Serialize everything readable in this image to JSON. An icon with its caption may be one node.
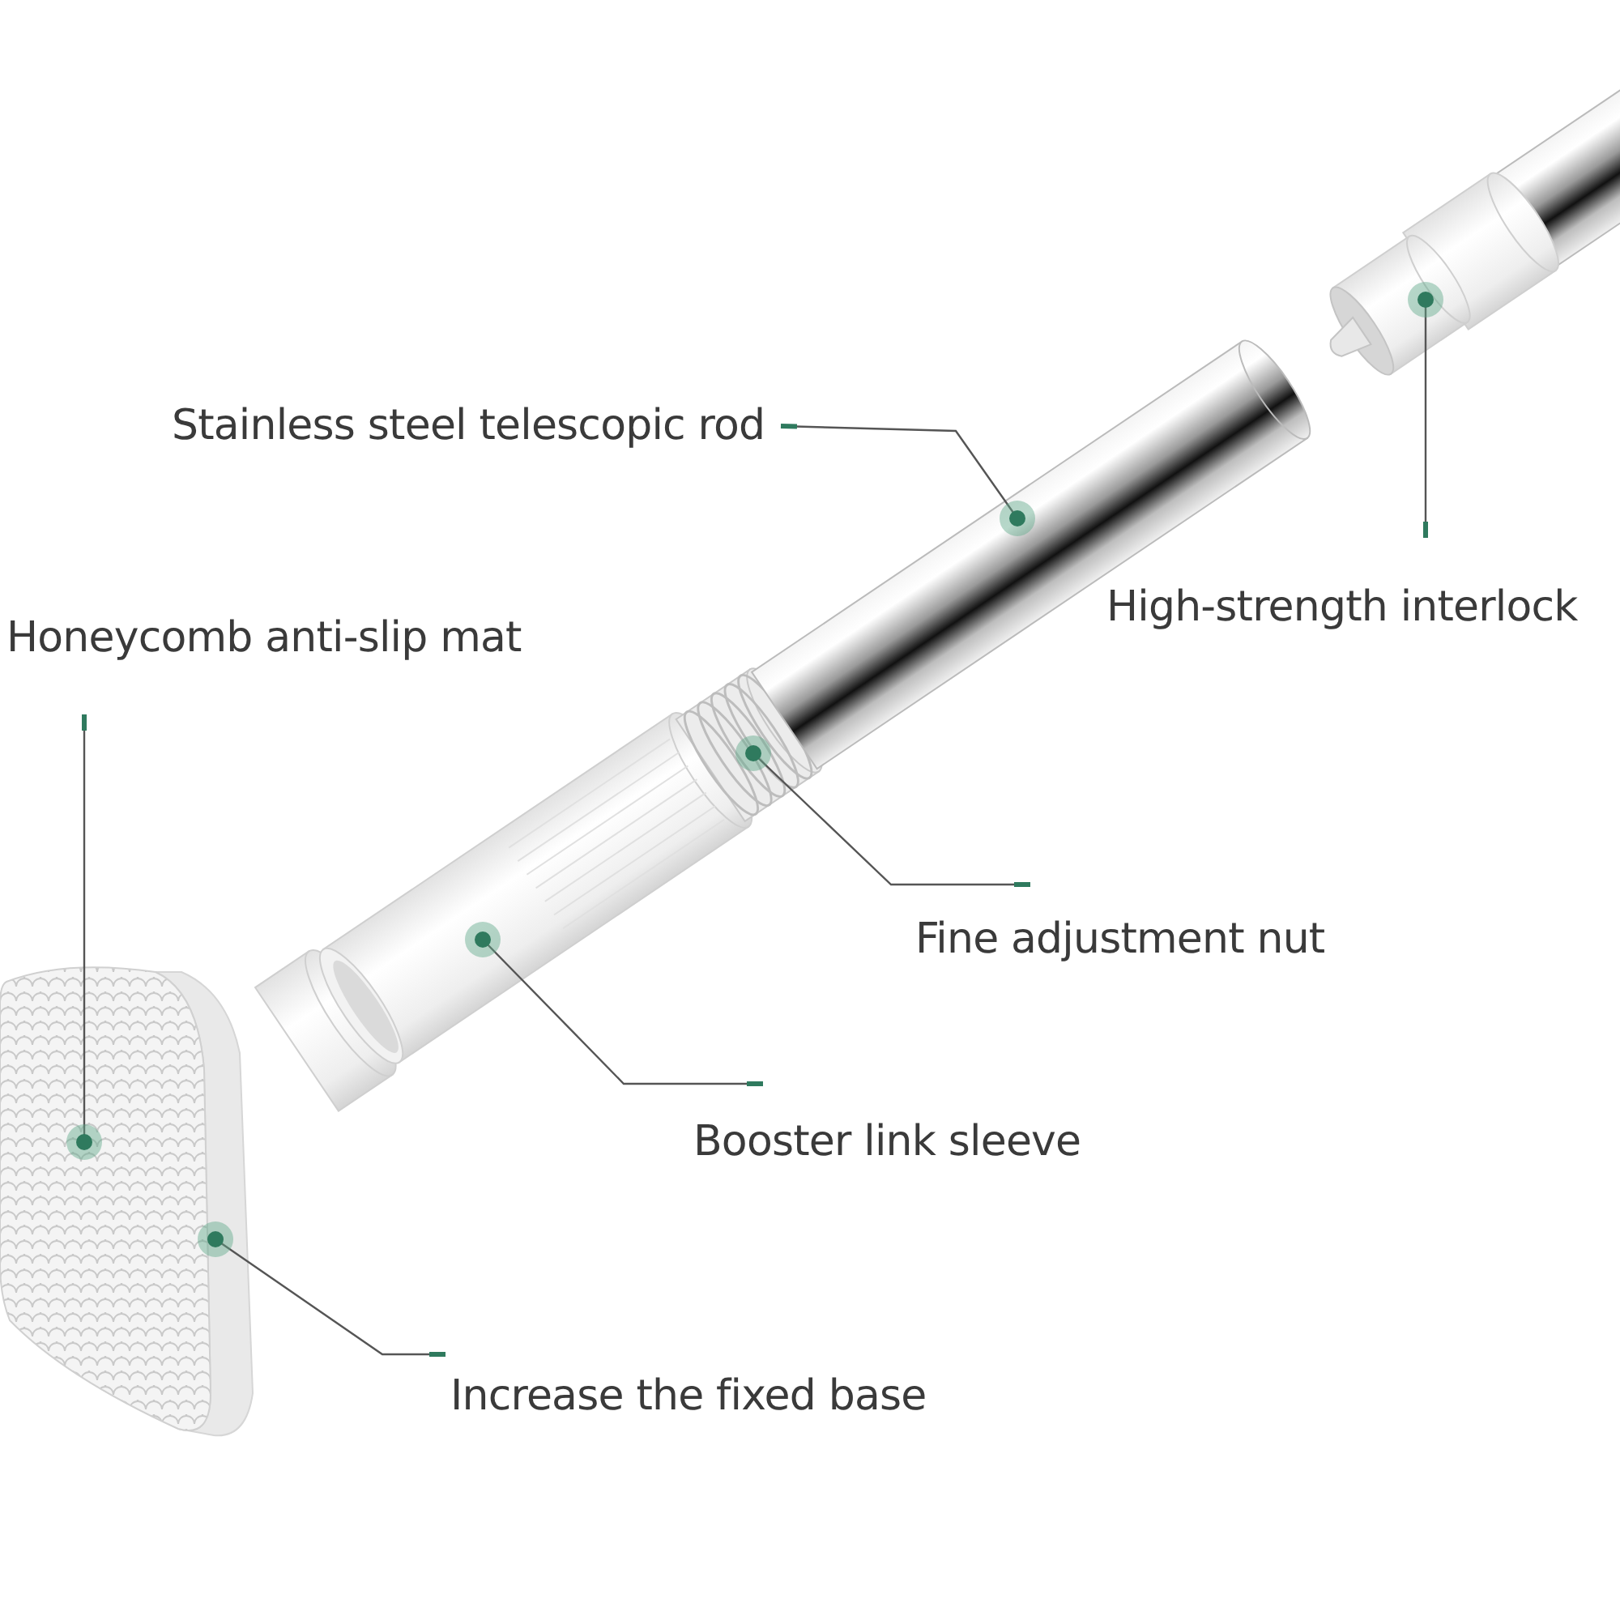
{
  "diagram": {
    "nodes": [
      {
        "text": [
          "Stainless steel telescopic rod"
        ]
      },
      {
        "text": [
          "High-strength interlock"
        ]
      },
      {
        "text": [
          "Honeycomb anti-slip mat"
        ]
      },
      {
        "text": [
          "Fine adjustment nut"
        ]
      },
      {
        "text": [
          "Booster link sleeve"
        ]
      },
      {
        "text": [
          "Increase the fixed base"
        ]
      },
      {
        "text": [],
        "shape": "picture"
      },
      {
        "text": [],
        "shape": "picture"
      },
      {
        "text": [],
        "shape": "picture"
      },
      {
        "text": [],
        "shape": "picture"
      },
      {
        "text": [],
        "shape": "picture"
      },
      {
        "text": [],
        "shape": "picture"
      }
    ],
    "edges": [
      {
        "from": 0,
        "to": 10,
        "arrow": "none"
      },
      {
        "from": 1,
        "to": 11,
        "arrow": "none"
      },
      {
        "from": 2,
        "to": 6,
        "arrow": "none"
      },
      {
        "from": 3,
        "to": 9,
        "arrow": "none"
      },
      {
        "from": 4,
        "to": 8,
        "arrow": "none"
      },
      {
        "from": 5,
        "to": 7,
        "arrow": "none"
      }
    ]
  }
}
